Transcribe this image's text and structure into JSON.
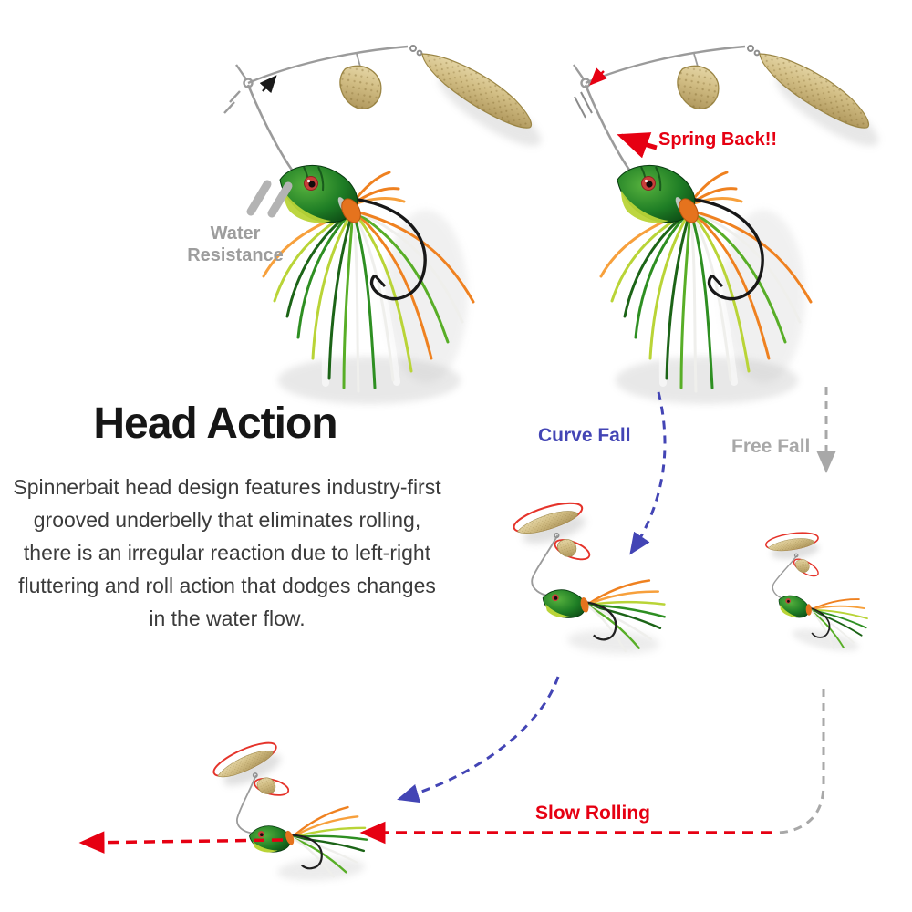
{
  "title": "Head Action",
  "description": "Spinnerbait head design features industry-first grooved underbelly that eliminates rolling, there is an irregular reaction due to left-right fluttering and roll action that dodges changes in the water flow.",
  "annotations": {
    "water_resistance": "Water Resistance",
    "spring_back": "Spring Back!!",
    "curve_fall": "Curve Fall",
    "free_fall": "Free Fall",
    "slow_rolling": "Slow Rolling"
  },
  "colors": {
    "accent_red": "#e60012",
    "accent_blue": "#4345b5",
    "label_gray": "#9d9d9d",
    "heading_black": "#161616",
    "body_text": "#3b3b3b",
    "blade_gold": "#d3bf86",
    "head_green": "#1e7d25",
    "skirt_orange": "#ef8120",
    "skirt_chartreuse": "#b9d437",
    "skirt_green": "#2e8f22",
    "skirt_white": "#efefec",
    "wire_gray": "#9b9b9b"
  }
}
